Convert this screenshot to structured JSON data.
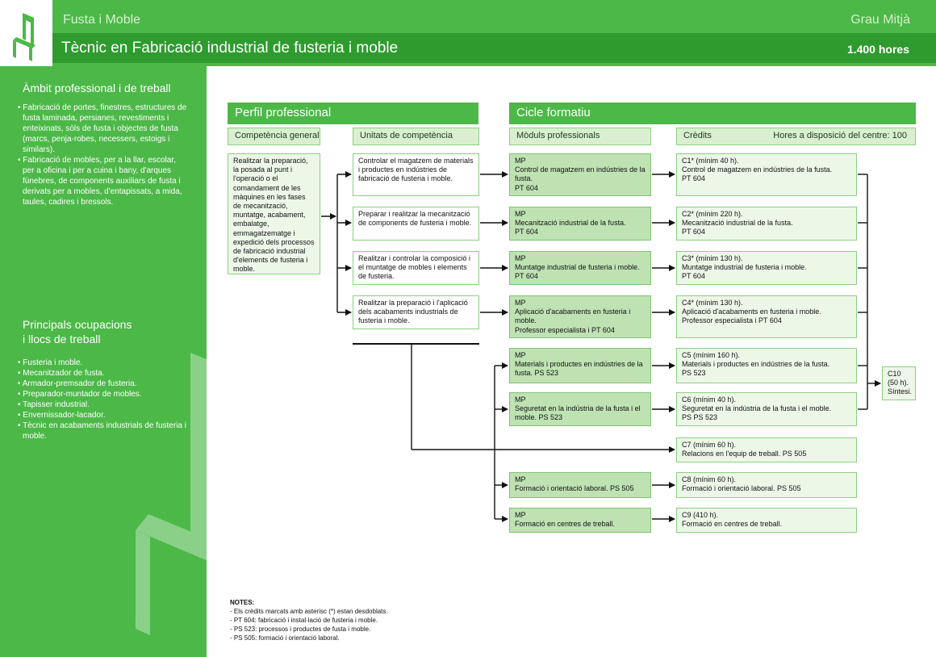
{
  "header": {
    "brand": "Fusta i Moble",
    "level": "Grau Mitjà",
    "title": "Tècnic en Fabricació industrial de fusteria i moble",
    "hours": "1.400 hores"
  },
  "sidebar": {
    "ambit_title": "Àmbit professional i de treball",
    "ambit_items": [
      "• Fabricació de portes, finestres, estructures de fusta laminada, persianes, revestiments i enteixinats, sòls de fusta i objectes de fusta (marcs, penja-robes, necessers, estoigs i similars).",
      "• Fabricació de mobles, per a la llar, escolar, per a oficina i per a cuina i bany, d'arques fúnebres, de components auxiliars de fusta i derivats per a mobles, d'entapissats, a mida, taules, cadires i bressols."
    ],
    "ocupacions_title_1": "Principals ocupacions",
    "ocupacions_title_2": "i llocs de treball",
    "ocupacions_items": [
      "• Fusteria i moble.",
      "• Mecanitzador de fusta.",
      "• Armador-premsador de fusteria.",
      "• Preparador-muntador de mobles.",
      "• Tapisser industrial.",
      "• Envernissador-lacador.",
      "• Tècnic en acabaments industrials de fusteria i moble."
    ]
  },
  "perfil": {
    "title": "Perfil professional",
    "competencia_header": "Competència general",
    "unitats_header": "Unitats de competència",
    "competencia_text": "Realitzar la preparació, la posada al punt i l'operació o el comandament de les màquines en les fases de mecanització, muntatge, acabament, embalatge, emmagatzematge i expedició dels processos de fabricació industrial d'elements de fusteria i moble.",
    "unitats": [
      "Controlar el magatzem de materials i productes en indústries de fabricació de fusteria i moble.",
      "Preparar i realitzar la mecanització de components de fusteria i moble.",
      "Realitzar i controlar la composició i el muntatge de mobles i elements de fusteria.",
      "Realitzar la preparació i l'aplicació dels acabaments industrials de fusteria i moble."
    ]
  },
  "cicle": {
    "title": "Cicle formatiu",
    "moduls_header": "Mòduls professionals",
    "credits_header": "Crèdits",
    "hores_centre": "Hores a disposició del centre: 100",
    "moduls": [
      {
        "tag": "MP",
        "text": "Control de magatzem en indústries de la fusta.",
        "ref": "PT 604"
      },
      {
        "tag": "MP",
        "text": "Mecanització industrial de la fusta.",
        "ref": "PT 604"
      },
      {
        "tag": "MP",
        "text": "Muntatge industrial de fusteria i moble. PT 604",
        "ref": ""
      },
      {
        "tag": "MP",
        "text": "Aplicació d'acabaments en fusteria i moble.",
        "ref": "Professor especialista i PT 604"
      },
      {
        "tag": "MP",
        "text": "Materials i productes en indústries de la fusta. PS 523",
        "ref": ""
      },
      {
        "tag": "MP",
        "text": "Seguretat en la indústria de la fusta i el moble. PS 523",
        "ref": ""
      },
      {
        "tag": "MP",
        "text": "Formació i orientació laboral. PS 505",
        "ref": ""
      },
      {
        "tag": "MP",
        "text": "Formació en centres de treball.",
        "ref": ""
      }
    ],
    "credits": [
      {
        "head": "C1* (mínim 40 h).",
        "text": "Control de magatzem en indústries de la fusta.",
        "ref": "PT 604"
      },
      {
        "head": "C2* (mínim 220 h).",
        "text": "Mecanització industrial de la fusta.",
        "ref": "PT 604"
      },
      {
        "head": "C3* (mínim 130 h).",
        "text": "Muntatge industrial de fusteria i moble.",
        "ref": "PT 604"
      },
      {
        "head": "C4* (mínim 130 h).",
        "text": "Aplicació d'acabaments en fusteria i moble.",
        "ref": "Professor especialista i PT 604"
      },
      {
        "head": "C5 (mínim 160 h).",
        "text": "Materials i productes en indústries de la fusta.",
        "ref": "PS 523"
      },
      {
        "head": "C6 (mínim 40 h).",
        "text": "Seguretat en la indústria de la fusta i el moble.",
        "ref": "PS PS 523"
      },
      {
        "head": "C7 (mínim 60 h).",
        "text": "Relacions en l'equip de treball. PS 505",
        "ref": ""
      },
      {
        "head": "C8 (mínim 60 h).",
        "text": "Formació i orientació laboral. PS 505",
        "ref": ""
      },
      {
        "head": "C9 (410 h).",
        "text": "Formació en centres de treball.",
        "ref": ""
      }
    ],
    "c10": {
      "head": "C10",
      "hours": "(50 h).",
      "text": "Síntesi."
    }
  },
  "notes": {
    "title": "NOTES:",
    "lines": [
      "- Els crèdits marcats amb asterisc (*) estan desdoblats.",
      "- PT 604: fabricació i instal·lació de fusteria i moble.",
      "- PS 523: processos i productes de fusta i moble.",
      "- PS 505: formació i orientació laboral."
    ]
  },
  "colors": {
    "green": "#4cb848",
    "dark_green": "#2f9b2f",
    "light_green": "#edf7e8",
    "mid_green": "#bfe2b3"
  }
}
